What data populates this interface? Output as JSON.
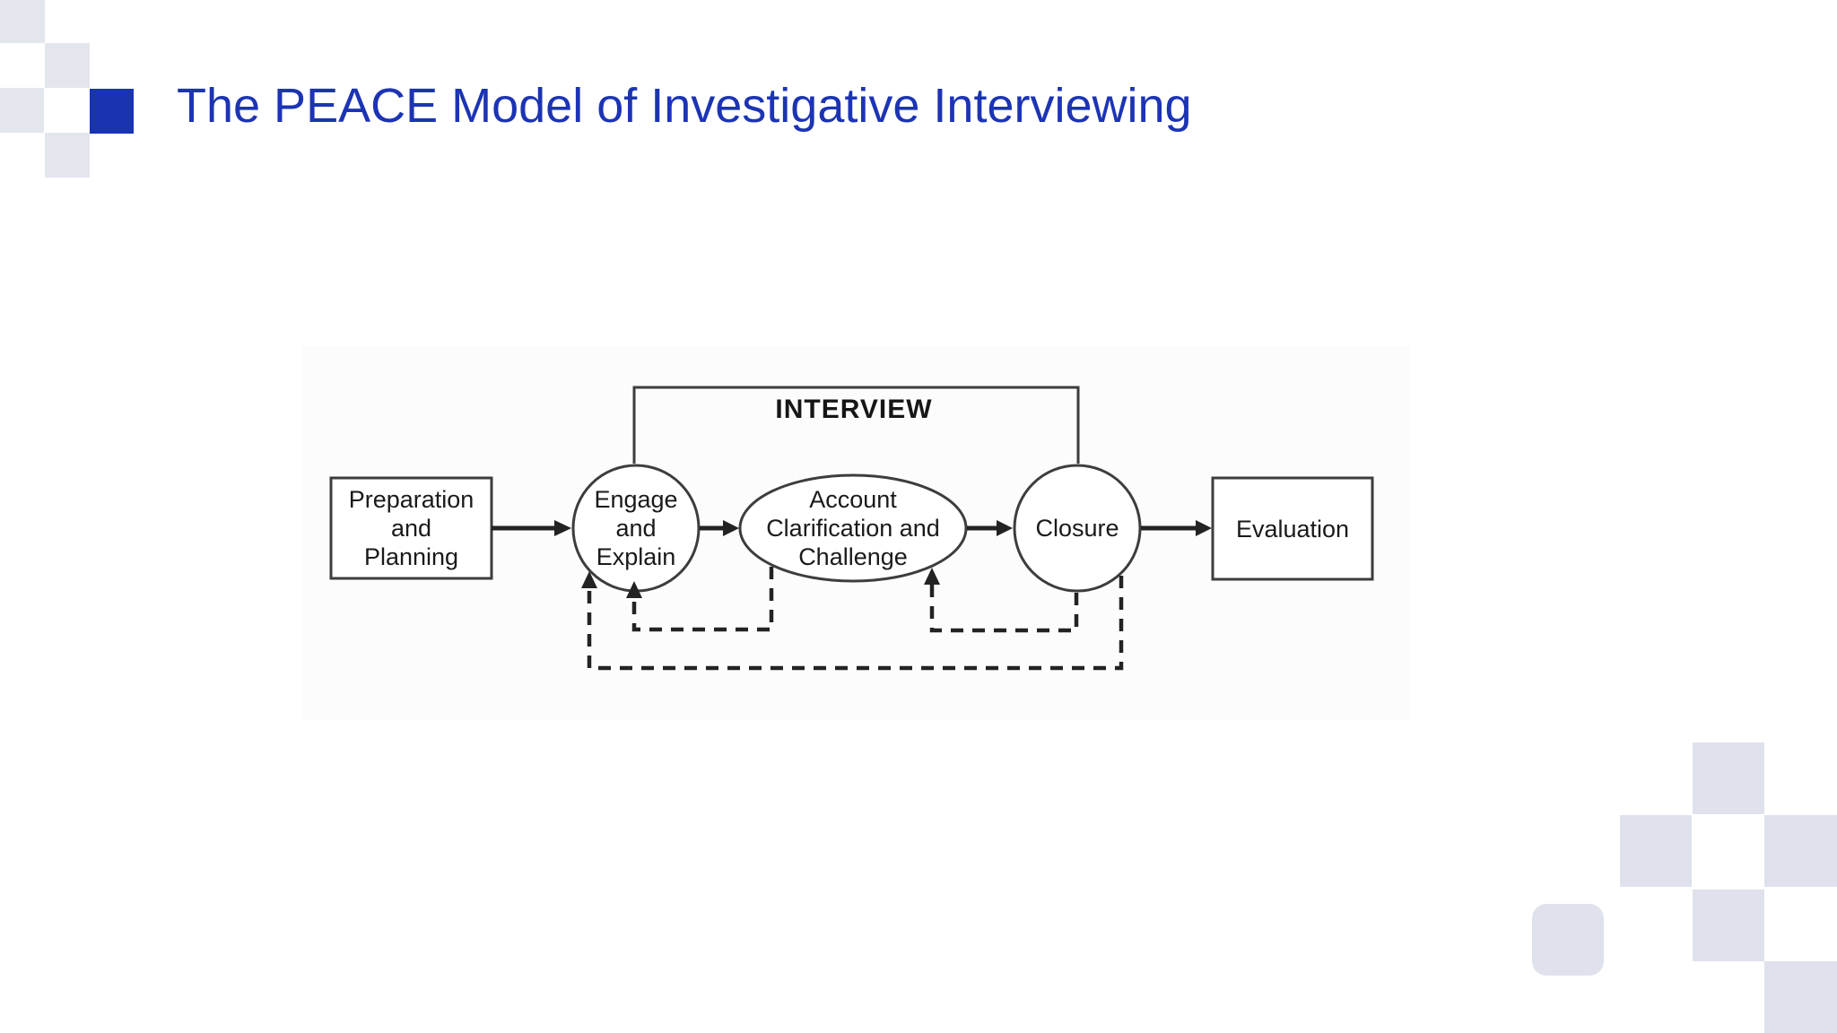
{
  "slide": {
    "title": "The PEACE Model of Investigative Interviewing"
  },
  "colors": {
    "title_blue": "#1c34b4",
    "accent_blue_square": "#1834b3",
    "checker_gray_top_left": "#e4e6ee",
    "checker_gray_bottom_right": "#dfe2ec",
    "diagram_stroke": "#3d3d3d",
    "diagram_arrow": "#232323",
    "diagram_text": "#1a1a1a"
  },
  "diagram": {
    "bracket_label": "INTERVIEW",
    "nodes": [
      {
        "id": "preparation",
        "shape": "rectangle",
        "label": "Preparation\nand\nPlanning"
      },
      {
        "id": "engage",
        "shape": "circle",
        "label": "Engage\nand\nExplain"
      },
      {
        "id": "account",
        "shape": "ellipse",
        "label": "Account\nClarification and\nChallenge"
      },
      {
        "id": "closure",
        "shape": "circle",
        "label": "Closure"
      },
      {
        "id": "evaluation",
        "shape": "rectangle",
        "label": "Evaluation"
      }
    ],
    "solid_flow": [
      "Preparation and Planning → Engage and Explain",
      "Engage and Explain → Account Clarification and Challenge",
      "Account Clarification and Challenge → Closure",
      "Closure → Evaluation"
    ],
    "dashed_feedback": [
      "Account Clarification and Challenge → Engage and Explain",
      "Closure → Account Clarification and Challenge",
      "Closure → Engage and Explain"
    ]
  }
}
